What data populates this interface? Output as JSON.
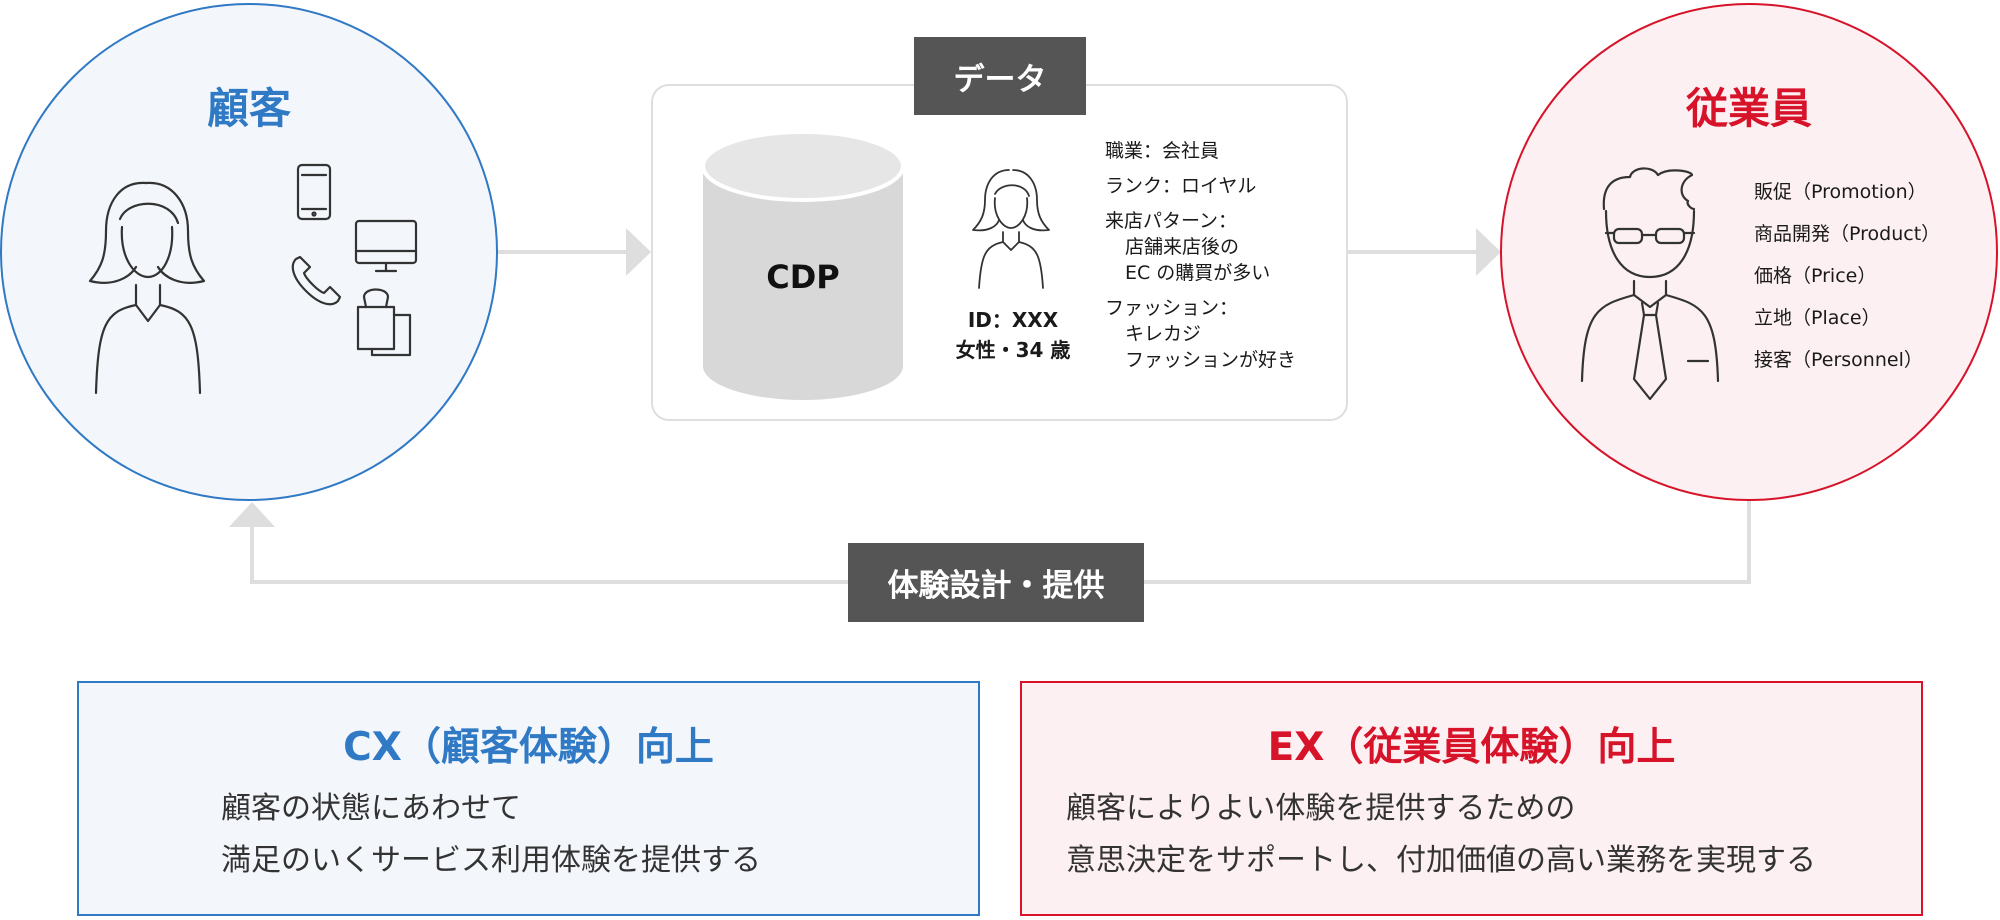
{
  "customer": {
    "title": "顧客",
    "color": "#2f79c5",
    "icons": [
      "person-female-icon",
      "smartphone-icon",
      "desktop-monitor-icon",
      "phone-handset-icon",
      "shopping-bag-icon"
    ]
  },
  "employee": {
    "title": "従業員",
    "color": "#d7132a",
    "items": [
      "販促（Promotion）",
      "商品開発（Product）",
      "価格（Price）",
      "立地（Place）",
      "接客（Personnel）"
    ]
  },
  "data_section": {
    "tag": "データ",
    "database_label": "CDP",
    "profile": {
      "id": "ID：XXX",
      "demographic": "女性・34 歳",
      "occupation": "職業：会社員",
      "rank": "ランク：ロイヤル",
      "visit_pattern_label": "来店パターン：",
      "visit_pattern_line1": "店舗来店後の",
      "visit_pattern_line2": "EC の購買が多い",
      "fashion_label": "ファッション：",
      "fashion_line1": "キレカジ",
      "fashion_line2": "ファッションが好き"
    }
  },
  "feedback_tag": "体験設計・提供",
  "cx": {
    "title": "CX（顧客体験）向上",
    "desc_line1": "顧客の状態にあわせて",
    "desc_line2": "満足のいくサービス利用体験を提供する"
  },
  "ex": {
    "title": "EX（従業員体験）向上",
    "desc_line1": "顧客によりよい体験を提供するための",
    "desc_line2": "意思決定をサポートし、付加価値の高い業務を実現する"
  }
}
